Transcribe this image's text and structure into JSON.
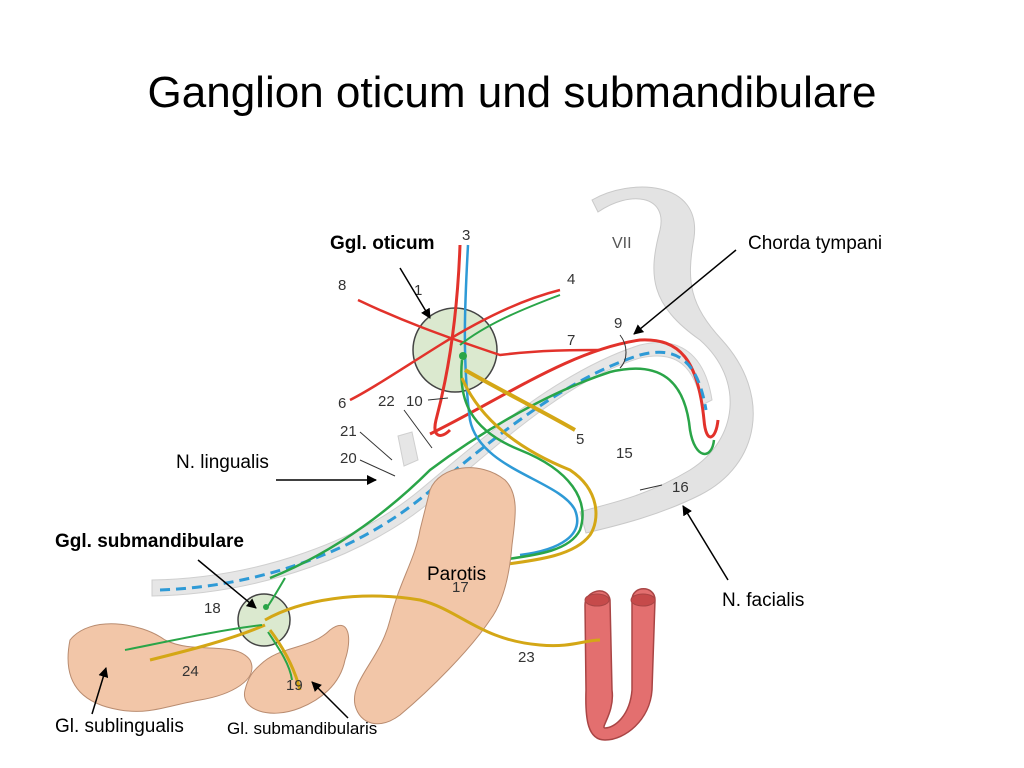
{
  "title": "Ganglion oticum und submandibulare",
  "labels": {
    "ggl_oticum": "Ggl. oticum",
    "chorda_tympani": "Chorda tympani",
    "n_lingualis": "N. lingualis",
    "ggl_submandibulare": "Ggl. submandibulare",
    "parotis": "Parotis",
    "n_facialis": "N. facialis",
    "gl_sublingualis": "Gl. sublingualis",
    "gl_submandibularis": "Gl. submandibularis"
  },
  "figure": {
    "nerve_label": "VII",
    "numbers": {
      "n1": "1",
      "n3": "3",
      "n4": "4",
      "n5": "5",
      "n6": "6",
      "n7": "7",
      "n8": "8",
      "n9": "9",
      "n10": "10",
      "n15": "15",
      "n16": "16",
      "n17": "17",
      "n18": "18",
      "n19": "19",
      "n20": "20",
      "n21": "21",
      "n22": "22",
      "n23": "23",
      "n24": "24"
    }
  },
  "colors": {
    "parasympathetic": "#e2322b",
    "sensory": "#2e9ad6",
    "motor": "#2aa548",
    "sympathetic": "#d4a716",
    "ganglion_fill": "#dbe9cf",
    "bone_fill": "#e3e3e3",
    "gland_fill": "#f2c6a8",
    "artery_fill": "#e36f6f"
  }
}
